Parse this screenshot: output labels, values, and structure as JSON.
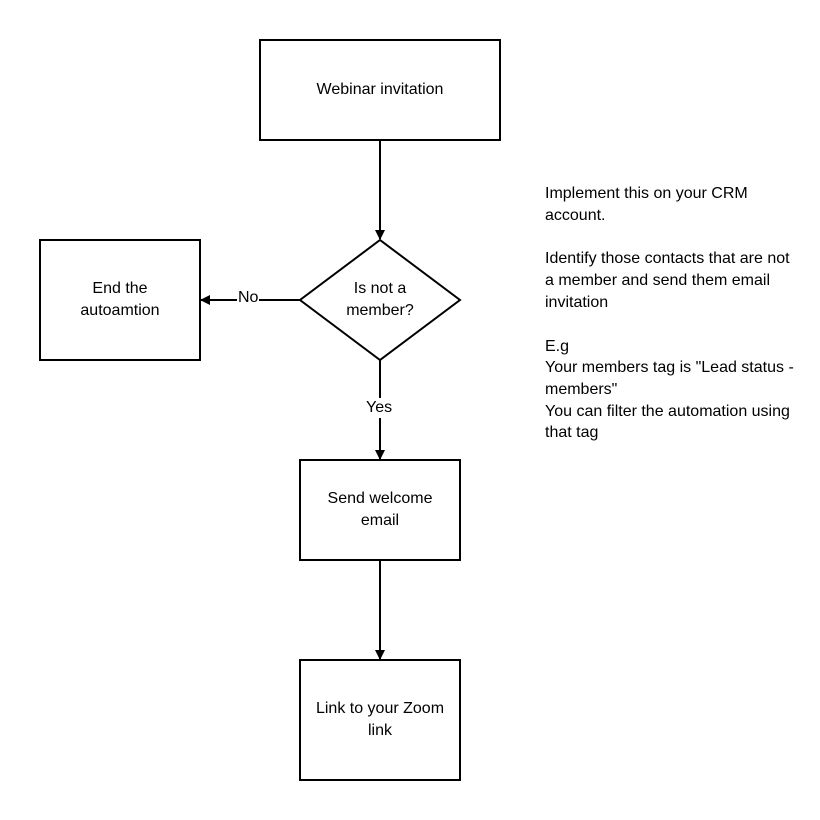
{
  "nodes": {
    "webinar_invitation": "Webinar invitation",
    "is_not_member": "Is not a\nmember?",
    "end_automation": "End the\nautoamtion",
    "send_welcome_email": "Send welcome\nemail",
    "zoom_link": "Link to your Zoom\nlink"
  },
  "edges": {
    "no_label": "No",
    "yes_label": "Yes"
  },
  "note": {
    "para1": "Implement this on your CRM account.",
    "para2": "Identify those contacts that are not a member and send them email invitation",
    "para3_line1": "E.g",
    "para3_line2": "Your members tag is \"Lead status - members\"",
    "para3_line3": "You can filter the automation using that tag"
  },
  "colors": {
    "stroke": "#000000",
    "fill": "#ffffff"
  }
}
